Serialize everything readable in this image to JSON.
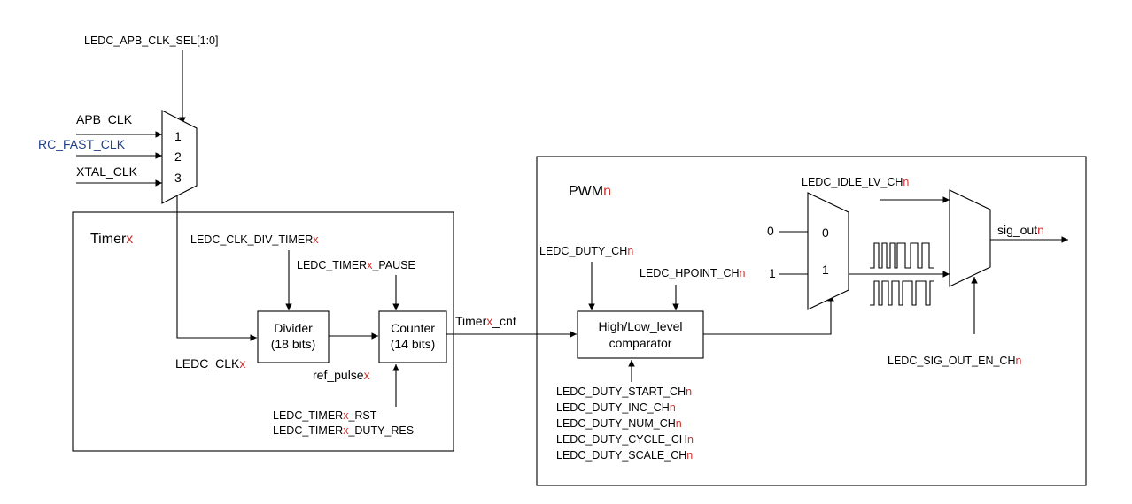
{
  "var_x": "x",
  "var_n": "n",
  "clock_select": {
    "sel_signal": "LEDC_APB_CLK_SEL[1:0]",
    "inputs": [
      "APB_CLK",
      "RC_FAST_CLK",
      "XTAL_CLK"
    ],
    "input_numbers": [
      "1",
      "2",
      "3"
    ]
  },
  "timer": {
    "title": "Timer",
    "clk_div_label": "LEDC_CLK_DIV_TIMER",
    "pause_pre": "LEDC_TIMER",
    "pause_post": "_PAUSE",
    "divider_line1": "Divider",
    "divider_line2": "(18 bits)",
    "counter_line1": "Counter",
    "counter_line2": "(14 bits)",
    "clk_label": "LEDC_CLK",
    "ref_pulse": "ref_pulse",
    "rst_pre": "LEDC_TIMER",
    "rst_post": "_RST",
    "duty_res_pre": "LEDC_TIMER",
    "duty_res_post": "_DUTY_RES",
    "cnt_pre": "Timer",
    "cnt_post": "_cnt"
  },
  "pwm": {
    "title": "PWM",
    "duty": "LEDC_DUTY_CH",
    "hpoint": "LEDC_HPOINT_CH",
    "comparator_line1": "High/Low_level",
    "comparator_line2": "comparator",
    "duty_params": [
      "LEDC_DUTY_START_CH",
      "LEDC_DUTY_INC_CH",
      "LEDC_DUTY_NUM_CH",
      "LEDC_DUTY_CYCLE_CH",
      "LEDC_DUTY_SCALE_CH"
    ],
    "mux_in0": "0",
    "mux_in1": "1",
    "mux_label0": "0",
    "mux_label1": "1",
    "idle_lv": "LEDC_IDLE_LV_CH",
    "sig_out": "sig_out",
    "sig_out_en": "LEDC_SIG_OUT_EN_CH"
  },
  "colors": {
    "variable": "#d0312d",
    "clock_name": "#1f3f8a"
  }
}
